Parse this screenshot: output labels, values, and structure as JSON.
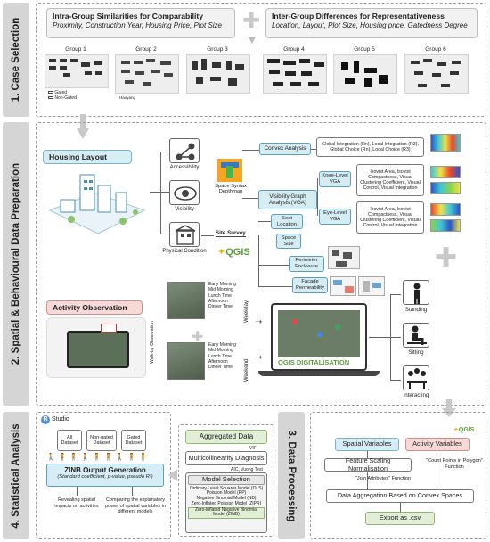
{
  "sections": {
    "s1": "1. Case Selection",
    "s2": "2. Spatial & Behavioural Data Preparation",
    "s3": "3. Data Processing",
    "s4": "4. Statistical Analysis"
  },
  "case_selection": {
    "intra_title": "Intra-Group Similarities for Comparability",
    "intra_sub": "Proximity, Construction Year, Housing Price, Plot Size",
    "inter_title": "Inter-Group Differences for Representativeness",
    "inter_sub": "Location, Layout, Plot Size, Housing price, Gatedness Degree",
    "groups": [
      "Group 1",
      "Group 2",
      "Group 3",
      "Group 4",
      "Group 5",
      "Group 6"
    ],
    "legend": [
      "Gated",
      "Non-Gated"
    ],
    "map_label": "Haoyang"
  },
  "spatial": {
    "housing_layout": "Housing Layout",
    "accessibility": "Accessibility",
    "visibility": "Visibility",
    "physical": "Physical Condition",
    "depthmap": "Space Syntax Depthmap",
    "site_survey": "Site Survey",
    "qgis": "QGIS",
    "convex": "Convex Analysis",
    "convex_out": "Global Integration (Rn), Local Integration (R3), Global Choice (Rn), Local Choice (R3)",
    "vga": "Visibility Graph Analysis (VGA)",
    "knee": "Knee-Level VGA",
    "eye": "Eye-Level VGA",
    "vga_out": "Isovist Area, Isovist Compactness, Visual Clustering Coefficient, Visual Control, Visual Integration",
    "seat": "Seat Location",
    "space": "Space Size",
    "perimeter": "Perimeter Enclosure",
    "facade": "Facade Permeability"
  },
  "behaviour": {
    "activity_obs": "Activity Observation",
    "walk_by": "Walk-by Observation",
    "weekday": "Weekday",
    "weekend": "Weekend",
    "times": [
      "Early Morning",
      "Mid-Morning",
      "Lunch Time",
      "Afternoon",
      "Dinner Time"
    ],
    "digitalisation": "QGIS DIGITALISATION",
    "standing": "Standing",
    "sitting": "Sitting",
    "interacting": "Interacting"
  },
  "processing": {
    "spatial_vars": "Spatial Variables",
    "activity_vars": "Activity Variables",
    "qgis": "QGIS",
    "scaling": "Feature Scaling Normalisation",
    "join": "\"Join Attributes\" Function",
    "count": "\"Count Points in Polygon\" Function",
    "aggregation": "Data Aggregation Based on Convex Spaces",
    "export": "Export as .csv"
  },
  "stats": {
    "rstudio": "Studio",
    "r": "R",
    "datasets": [
      "All Dataset",
      "Non-gated Dataset",
      "Gated Dataset"
    ],
    "zinb_title": "ZINB Output Generation",
    "zinb_sub": "(Standard coefficient, p-value, pseudo R²)",
    "reveal": "Revealing spatial impacts on activities",
    "compare": "Comparing the explanatory power of spatial variables in different models",
    "aggregated": "Aggregated Data",
    "vif": "VIF",
    "multicol": "Multicollinearity Diagnosis",
    "aic": "AIC, Vuong Test",
    "model_sel": "Model Selection",
    "models": [
      "Ordinary Least Squares Model (OLS)",
      "Poisson Model (RP)",
      "Negative Binomial Model (NB)",
      "Zero-Inflated Poisson Model (ZIPR)",
      "Zero-Inflated Negative Binomial Model (ZINB)"
    ]
  }
}
